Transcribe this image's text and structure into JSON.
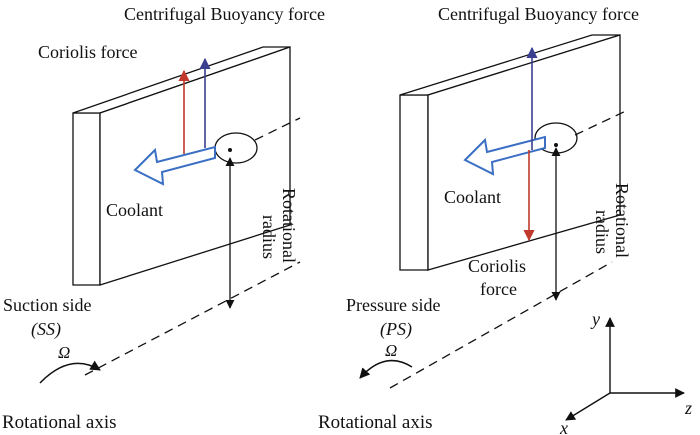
{
  "left_panel": {
    "title": "Centrifugal Buoyancy force",
    "coriolis_label": "Coriolis force",
    "coolant_label": "Coolant",
    "radius_label_line1": "Rotational",
    "radius_label_line2": "radius",
    "side_label": "Suction side",
    "side_abbrev": "(SS)",
    "omega": "Ω",
    "axis_label": "Rotational axis"
  },
  "right_panel": {
    "title": "Centrifugal Buoyancy force",
    "coriolis_label_line1": "Coriolis",
    "coriolis_label_line2": "force",
    "coolant_label": "Coolant",
    "radius_label_line1": "Rotational",
    "radius_label_line2": "radius",
    "side_label": "Pressure side",
    "side_abbrev": "(PS)",
    "omega": "Ω",
    "axis_label": "Rotational axis"
  },
  "coordinate_axes": {
    "y": "y",
    "z": "z",
    "x": "x"
  },
  "colors": {
    "coriolis_arrow": "#c0392b",
    "buoyancy_arrow": "#3a3f8f",
    "coolant_arrow": "#3b6fc4",
    "line": "#111111"
  }
}
